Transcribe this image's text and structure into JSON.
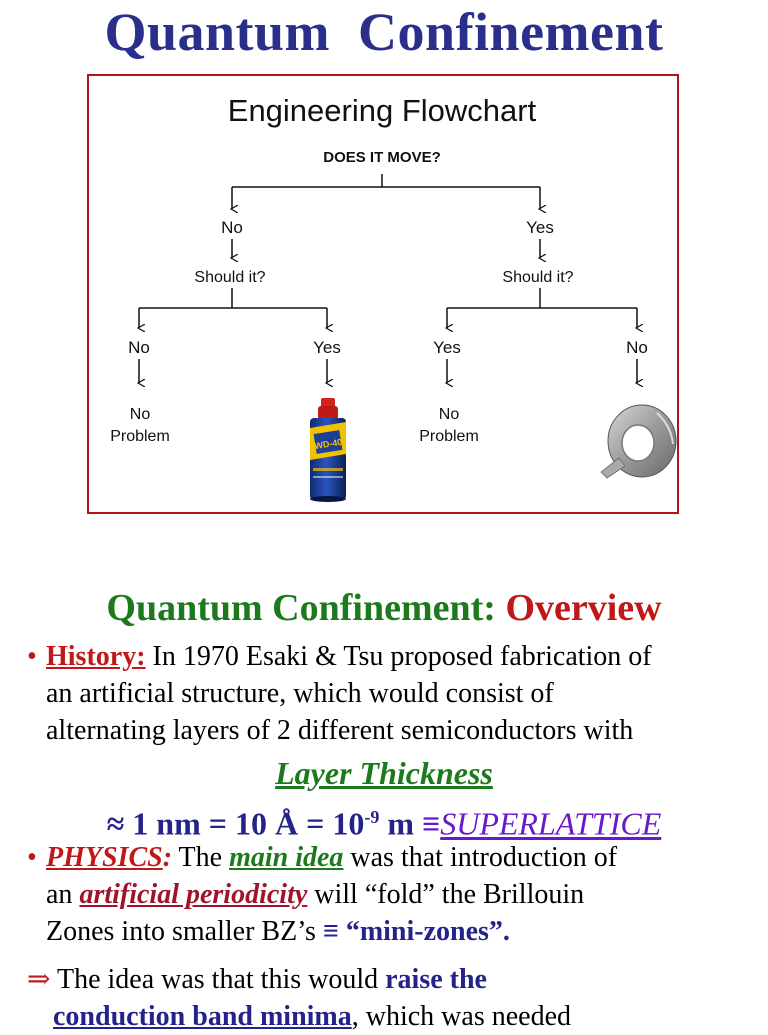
{
  "page_title": "Quantum  Confinement",
  "flowchart": {
    "title": "Engineering Flowchart",
    "question": "DOES IT MOVE?",
    "left_answer": "No",
    "right_answer": "Yes",
    "left_should": "Should it?",
    "right_should": "Should it?",
    "ll": "No",
    "lr": "Yes",
    "rl": "Yes",
    "rr": "No",
    "outcome_ll_1": "No",
    "outcome_ll_2": "Problem",
    "outcome_rl_1": "No",
    "outcome_rl_2": "Problem",
    "wd40_label": "WD-40",
    "colors": {
      "border": "#b3141b",
      "can_blue": "#1d3f9a",
      "can_yellow": "#f2c200",
      "cap_red": "#d0221e"
    }
  },
  "overview": {
    "title_part1": "Quantum Confinement: ",
    "title_part2": "Overview"
  },
  "history": {
    "bullet": "•",
    "label": "History:",
    "text1": " In 1970 Esaki & Tsu proposed fabrication of",
    "line2": "an artificial structure, which would consist of",
    "line3": "alternating layers of 2 different semiconductors with"
  },
  "layer_thickness": "Layer Thickness",
  "equation": {
    "approx": "≈",
    "main": " 1 nm = 10 Å = 10",
    "exp": "-9",
    "unit": " m ",
    "equiv": "≡",
    "superlattice": "SUPERLATTICE"
  },
  "physics": {
    "bullet": "•",
    "label": "PHYSICS",
    "colon": ":",
    "t1": " The ",
    "main_idea": "main idea",
    "t2": " was that introduction of",
    "t3": "an ",
    "artificial": "artificial periodicity",
    "t4": " will “fold” the Brillouin",
    "t5": "Zones into smaller BZ’s ",
    "equiv": "≡",
    "minizones": " “mini-zones”."
  },
  "idea": {
    "arrow": "⇒",
    "t1": " The idea was that this would ",
    "raise": "raise the",
    "cbm": "conduction band minima",
    "t2": ", which was needed"
  }
}
